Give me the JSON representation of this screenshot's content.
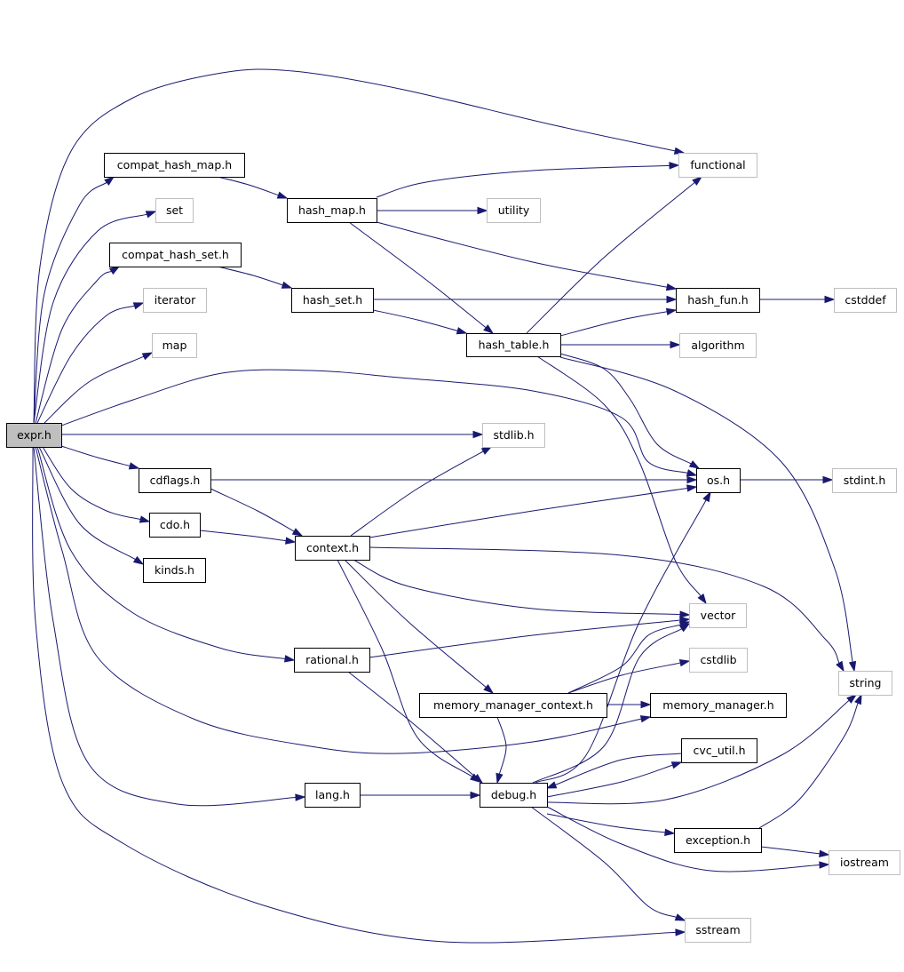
{
  "title": "expr.h include dependency graph",
  "colors": {
    "edge": "#191970",
    "root_fill": "#bfbfbf",
    "documented_border": "#000000",
    "external_border": "#bfbfbf",
    "node_fill": "#ffffff"
  },
  "nodes": [
    {
      "id": "expr_h",
      "label": "expr.h",
      "kind": "root"
    },
    {
      "id": "compat_hash_map_h",
      "label": "compat_hash_map.h",
      "kind": "documented"
    },
    {
      "id": "set",
      "label": "set",
      "kind": "external"
    },
    {
      "id": "compat_hash_set_h",
      "label": "compat_hash_set.h",
      "kind": "documented"
    },
    {
      "id": "iterator",
      "label": "iterator",
      "kind": "external"
    },
    {
      "id": "map",
      "label": "map",
      "kind": "external"
    },
    {
      "id": "cdflags_h",
      "label": "cdflags.h",
      "kind": "documented"
    },
    {
      "id": "cdo_h",
      "label": "cdo.h",
      "kind": "documented"
    },
    {
      "id": "kinds_h",
      "label": "kinds.h",
      "kind": "documented"
    },
    {
      "id": "hash_map_h",
      "label": "hash_map.h",
      "kind": "documented"
    },
    {
      "id": "hash_set_h",
      "label": "hash_set.h",
      "kind": "documented"
    },
    {
      "id": "hash_table_h",
      "label": "hash_table.h",
      "kind": "documented"
    },
    {
      "id": "context_h",
      "label": "context.h",
      "kind": "documented"
    },
    {
      "id": "rational_h",
      "label": "rational.h",
      "kind": "documented"
    },
    {
      "id": "lang_h",
      "label": "lang.h",
      "kind": "documented"
    },
    {
      "id": "debug_h",
      "label": "debug.h",
      "kind": "documented"
    },
    {
      "id": "memory_manager_context_h",
      "label": "memory_manager_context.h",
      "kind": "documented"
    },
    {
      "id": "utility",
      "label": "utility",
      "kind": "external"
    },
    {
      "id": "functional",
      "label": "functional",
      "kind": "external"
    },
    {
      "id": "hash_fun_h",
      "label": "hash_fun.h",
      "kind": "documented"
    },
    {
      "id": "cstddef",
      "label": "cstddef",
      "kind": "external"
    },
    {
      "id": "algorithm",
      "label": "algorithm",
      "kind": "external"
    },
    {
      "id": "stdlib_h",
      "label": "stdlib.h",
      "kind": "external"
    },
    {
      "id": "os_h",
      "label": "os.h",
      "kind": "documented"
    },
    {
      "id": "stdint_h",
      "label": "stdint.h",
      "kind": "external"
    },
    {
      "id": "vector",
      "label": "vector",
      "kind": "external"
    },
    {
      "id": "cstdlib",
      "label": "cstdlib",
      "kind": "external"
    },
    {
      "id": "string",
      "label": "string",
      "kind": "external"
    },
    {
      "id": "memory_manager_h",
      "label": "memory_manager.h",
      "kind": "documented"
    },
    {
      "id": "cvc_util_h",
      "label": "cvc_util.h",
      "kind": "documented"
    },
    {
      "id": "exception_h",
      "label": "exception.h",
      "kind": "documented"
    },
    {
      "id": "iostream",
      "label": "iostream",
      "kind": "external"
    },
    {
      "id": "sstream",
      "label": "sstream",
      "kind": "external"
    }
  ],
  "edges": [
    {
      "from": "expr_h",
      "to": "functional"
    },
    {
      "from": "expr_h",
      "to": "compat_hash_map_h"
    },
    {
      "from": "expr_h",
      "to": "set"
    },
    {
      "from": "expr_h",
      "to": "compat_hash_set_h"
    },
    {
      "from": "expr_h",
      "to": "iterator"
    },
    {
      "from": "expr_h",
      "to": "map"
    },
    {
      "from": "expr_h",
      "to": "os_h"
    },
    {
      "from": "expr_h",
      "to": "stdlib_h"
    },
    {
      "from": "expr_h",
      "to": "cdflags_h"
    },
    {
      "from": "expr_h",
      "to": "cdo_h"
    },
    {
      "from": "expr_h",
      "to": "kinds_h"
    },
    {
      "from": "expr_h",
      "to": "rational_h"
    },
    {
      "from": "expr_h",
      "to": "memory_manager_h"
    },
    {
      "from": "expr_h",
      "to": "lang_h"
    },
    {
      "from": "expr_h",
      "to": "sstream"
    },
    {
      "from": "compat_hash_map_h",
      "to": "hash_map_h"
    },
    {
      "from": "compat_hash_set_h",
      "to": "hash_set_h"
    },
    {
      "from": "hash_map_h",
      "to": "functional"
    },
    {
      "from": "hash_map_h",
      "to": "utility"
    },
    {
      "from": "hash_map_h",
      "to": "hash_fun_h"
    },
    {
      "from": "hash_map_h",
      "to": "hash_table_h"
    },
    {
      "from": "hash_set_h",
      "to": "hash_fun_h"
    },
    {
      "from": "hash_set_h",
      "to": "hash_table_h"
    },
    {
      "from": "hash_table_h",
      "to": "functional"
    },
    {
      "from": "hash_table_h",
      "to": "hash_fun_h"
    },
    {
      "from": "hash_table_h",
      "to": "algorithm"
    },
    {
      "from": "hash_table_h",
      "to": "os_h"
    },
    {
      "from": "hash_table_h",
      "to": "vector"
    },
    {
      "from": "hash_table_h",
      "to": "string"
    },
    {
      "from": "hash_fun_h",
      "to": "cstddef"
    },
    {
      "from": "cdflags_h",
      "to": "os_h"
    },
    {
      "from": "cdflags_h",
      "to": "context_h"
    },
    {
      "from": "cdo_h",
      "to": "context_h"
    },
    {
      "from": "context_h",
      "to": "stdlib_h"
    },
    {
      "from": "context_h",
      "to": "os_h"
    },
    {
      "from": "context_h",
      "to": "string"
    },
    {
      "from": "context_h",
      "to": "vector"
    },
    {
      "from": "context_h",
      "to": "memory_manager_context_h"
    },
    {
      "from": "context_h",
      "to": "debug_h"
    },
    {
      "from": "os_h",
      "to": "stdint_h"
    },
    {
      "from": "rational_h",
      "to": "vector"
    },
    {
      "from": "rational_h",
      "to": "debug_h"
    },
    {
      "from": "memory_manager_context_h",
      "to": "vector"
    },
    {
      "from": "memory_manager_context_h",
      "to": "cstdlib"
    },
    {
      "from": "memory_manager_context_h",
      "to": "memory_manager_h"
    },
    {
      "from": "memory_manager_context_h",
      "to": "debug_h"
    },
    {
      "from": "lang_h",
      "to": "debug_h"
    },
    {
      "from": "debug_h",
      "to": "os_h"
    },
    {
      "from": "debug_h",
      "to": "vector"
    },
    {
      "from": "debug_h",
      "to": "cvc_util_h"
    },
    {
      "from": "debug_h",
      "to": "string"
    },
    {
      "from": "debug_h",
      "to": "exception_h"
    },
    {
      "from": "debug_h",
      "to": "iostream"
    },
    {
      "from": "debug_h",
      "to": "sstream"
    },
    {
      "from": "cvc_util_h",
      "to": "debug_h"
    },
    {
      "from": "exception_h",
      "to": "string"
    },
    {
      "from": "exception_h",
      "to": "iostream"
    }
  ]
}
